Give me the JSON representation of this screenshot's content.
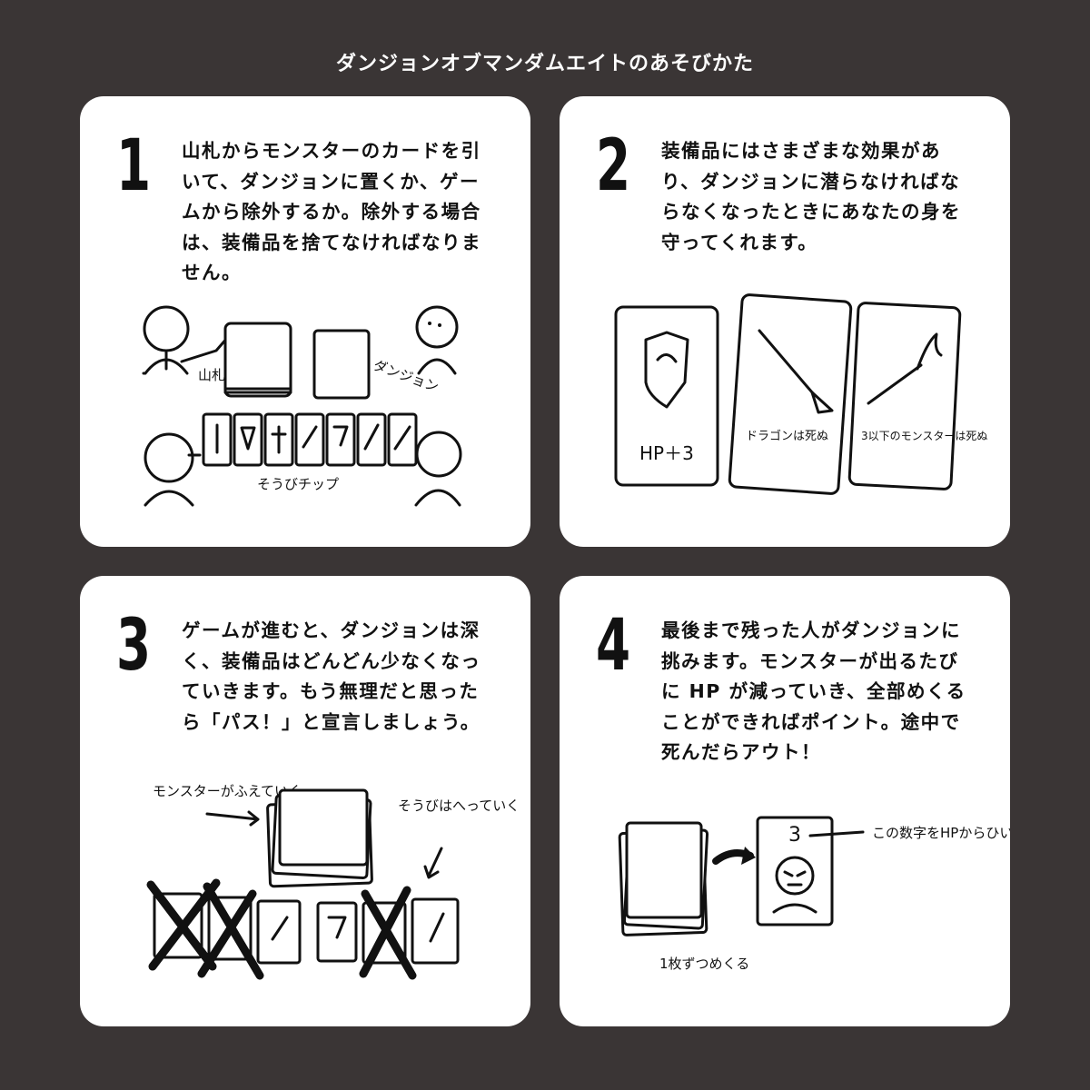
{
  "title": "ダンジョンオブマンダムエイトのあそびかた",
  "panels": [
    {
      "number": "1",
      "text": "山札からモンスターのカードを引いて、ダンジョンに置くか、ゲームから除外するか。除外する場合は、装備品を捨てなければなりません。",
      "labels": {
        "deck": "山札",
        "dungeon": "ダンジョン",
        "chips": "そうびチップ"
      }
    },
    {
      "number": "2",
      "text": "装備品にはさまざまな効果があり、ダンジョンに潜らなければならなくなったときにあなたの身を守ってくれます。",
      "cards": [
        {
          "icon": "shield-icon",
          "caption": "HP＋3"
        },
        {
          "icon": "spear-icon",
          "caption": "ドラゴンは死ぬ"
        },
        {
          "icon": "torch-icon",
          "caption": "3以下のモンスターは死ぬ"
        }
      ]
    },
    {
      "number": "3",
      "text": "ゲームが進むと、ダンジョンは深く、装備品はどんどん少なくなっていきます。もう無理だと思ったら「パス！」と宣言しましょう。",
      "labels": {
        "monsters": "モンスターがふえていく",
        "equipment": "そうびはへっていく"
      }
    },
    {
      "number": "4",
      "text": "最後まで残った人がダンジョンに挑みます。モンスターが出るたびに HP が減っていき、全部めくることができればポイント。途中で死んだらアウト！",
      "labels": {
        "card_number": "3",
        "note": "この数字をHPからひいていく",
        "flip": "1枚ずつめくる"
      }
    }
  ]
}
